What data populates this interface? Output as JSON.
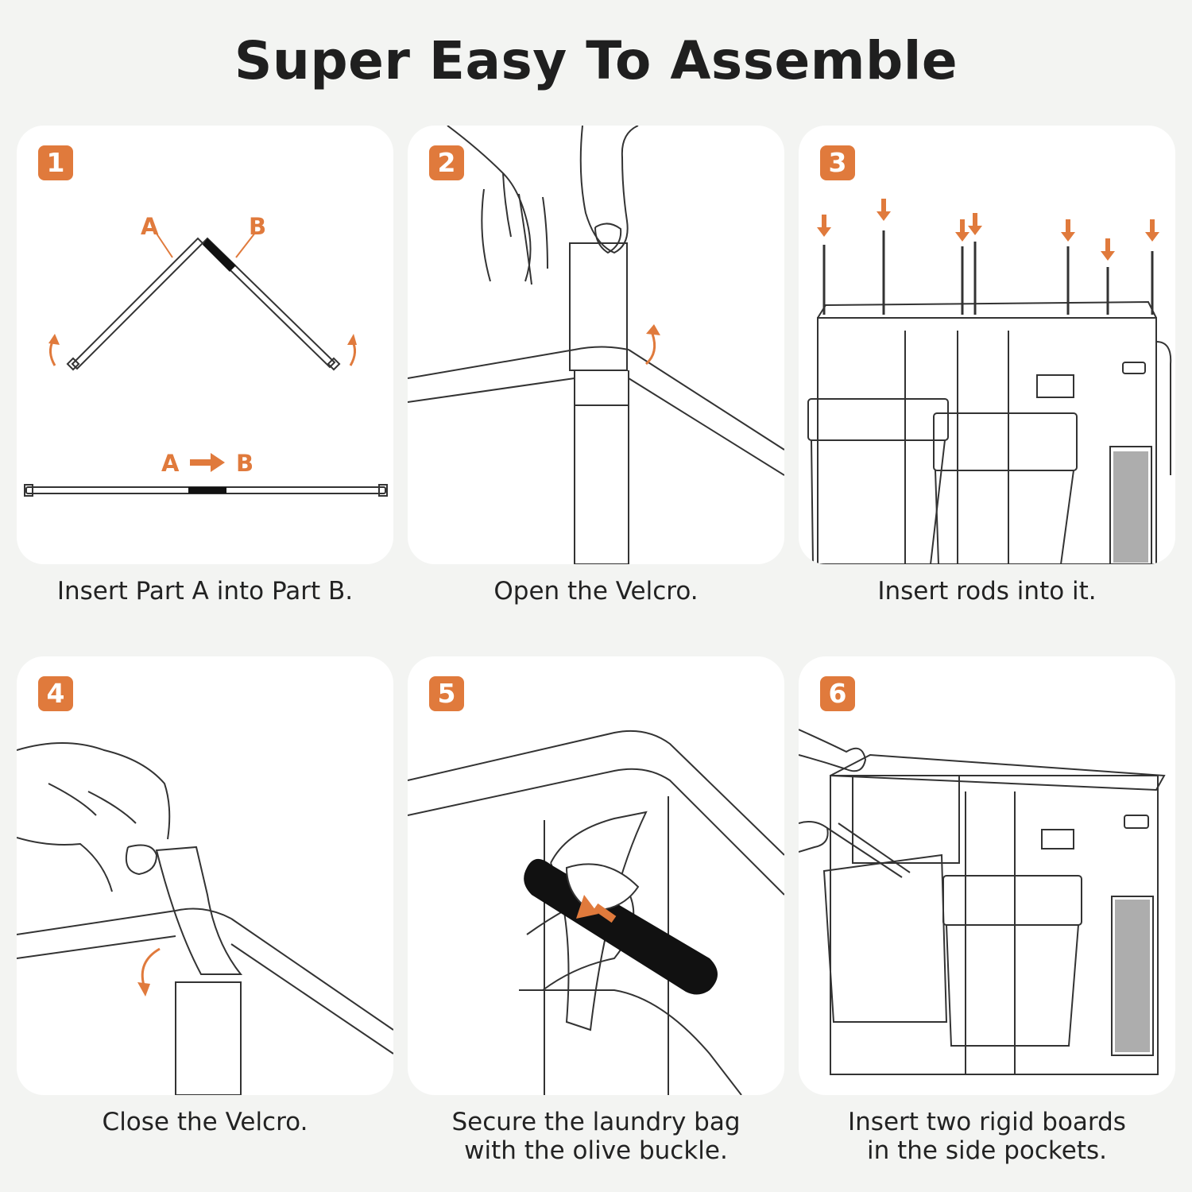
{
  "title": "Super Easy To Assemble",
  "accent_color": "#e07a3c",
  "steps": [
    {
      "number": "1",
      "caption": "Insert Part A into Part B.",
      "labels": {
        "a": "A",
        "b": "B",
        "a2": "A",
        "b2": "B"
      }
    },
    {
      "number": "2",
      "caption": "Open the Velcro."
    },
    {
      "number": "3",
      "caption": "Insert rods into it."
    },
    {
      "number": "4",
      "caption": "Close the Velcro."
    },
    {
      "number": "5",
      "caption_line1": "Secure the laundry bag",
      "caption_line2": "with the olive buckle."
    },
    {
      "number": "6",
      "caption_line1": "Insert two rigid boards",
      "caption_line2": "in the side pockets."
    }
  ]
}
